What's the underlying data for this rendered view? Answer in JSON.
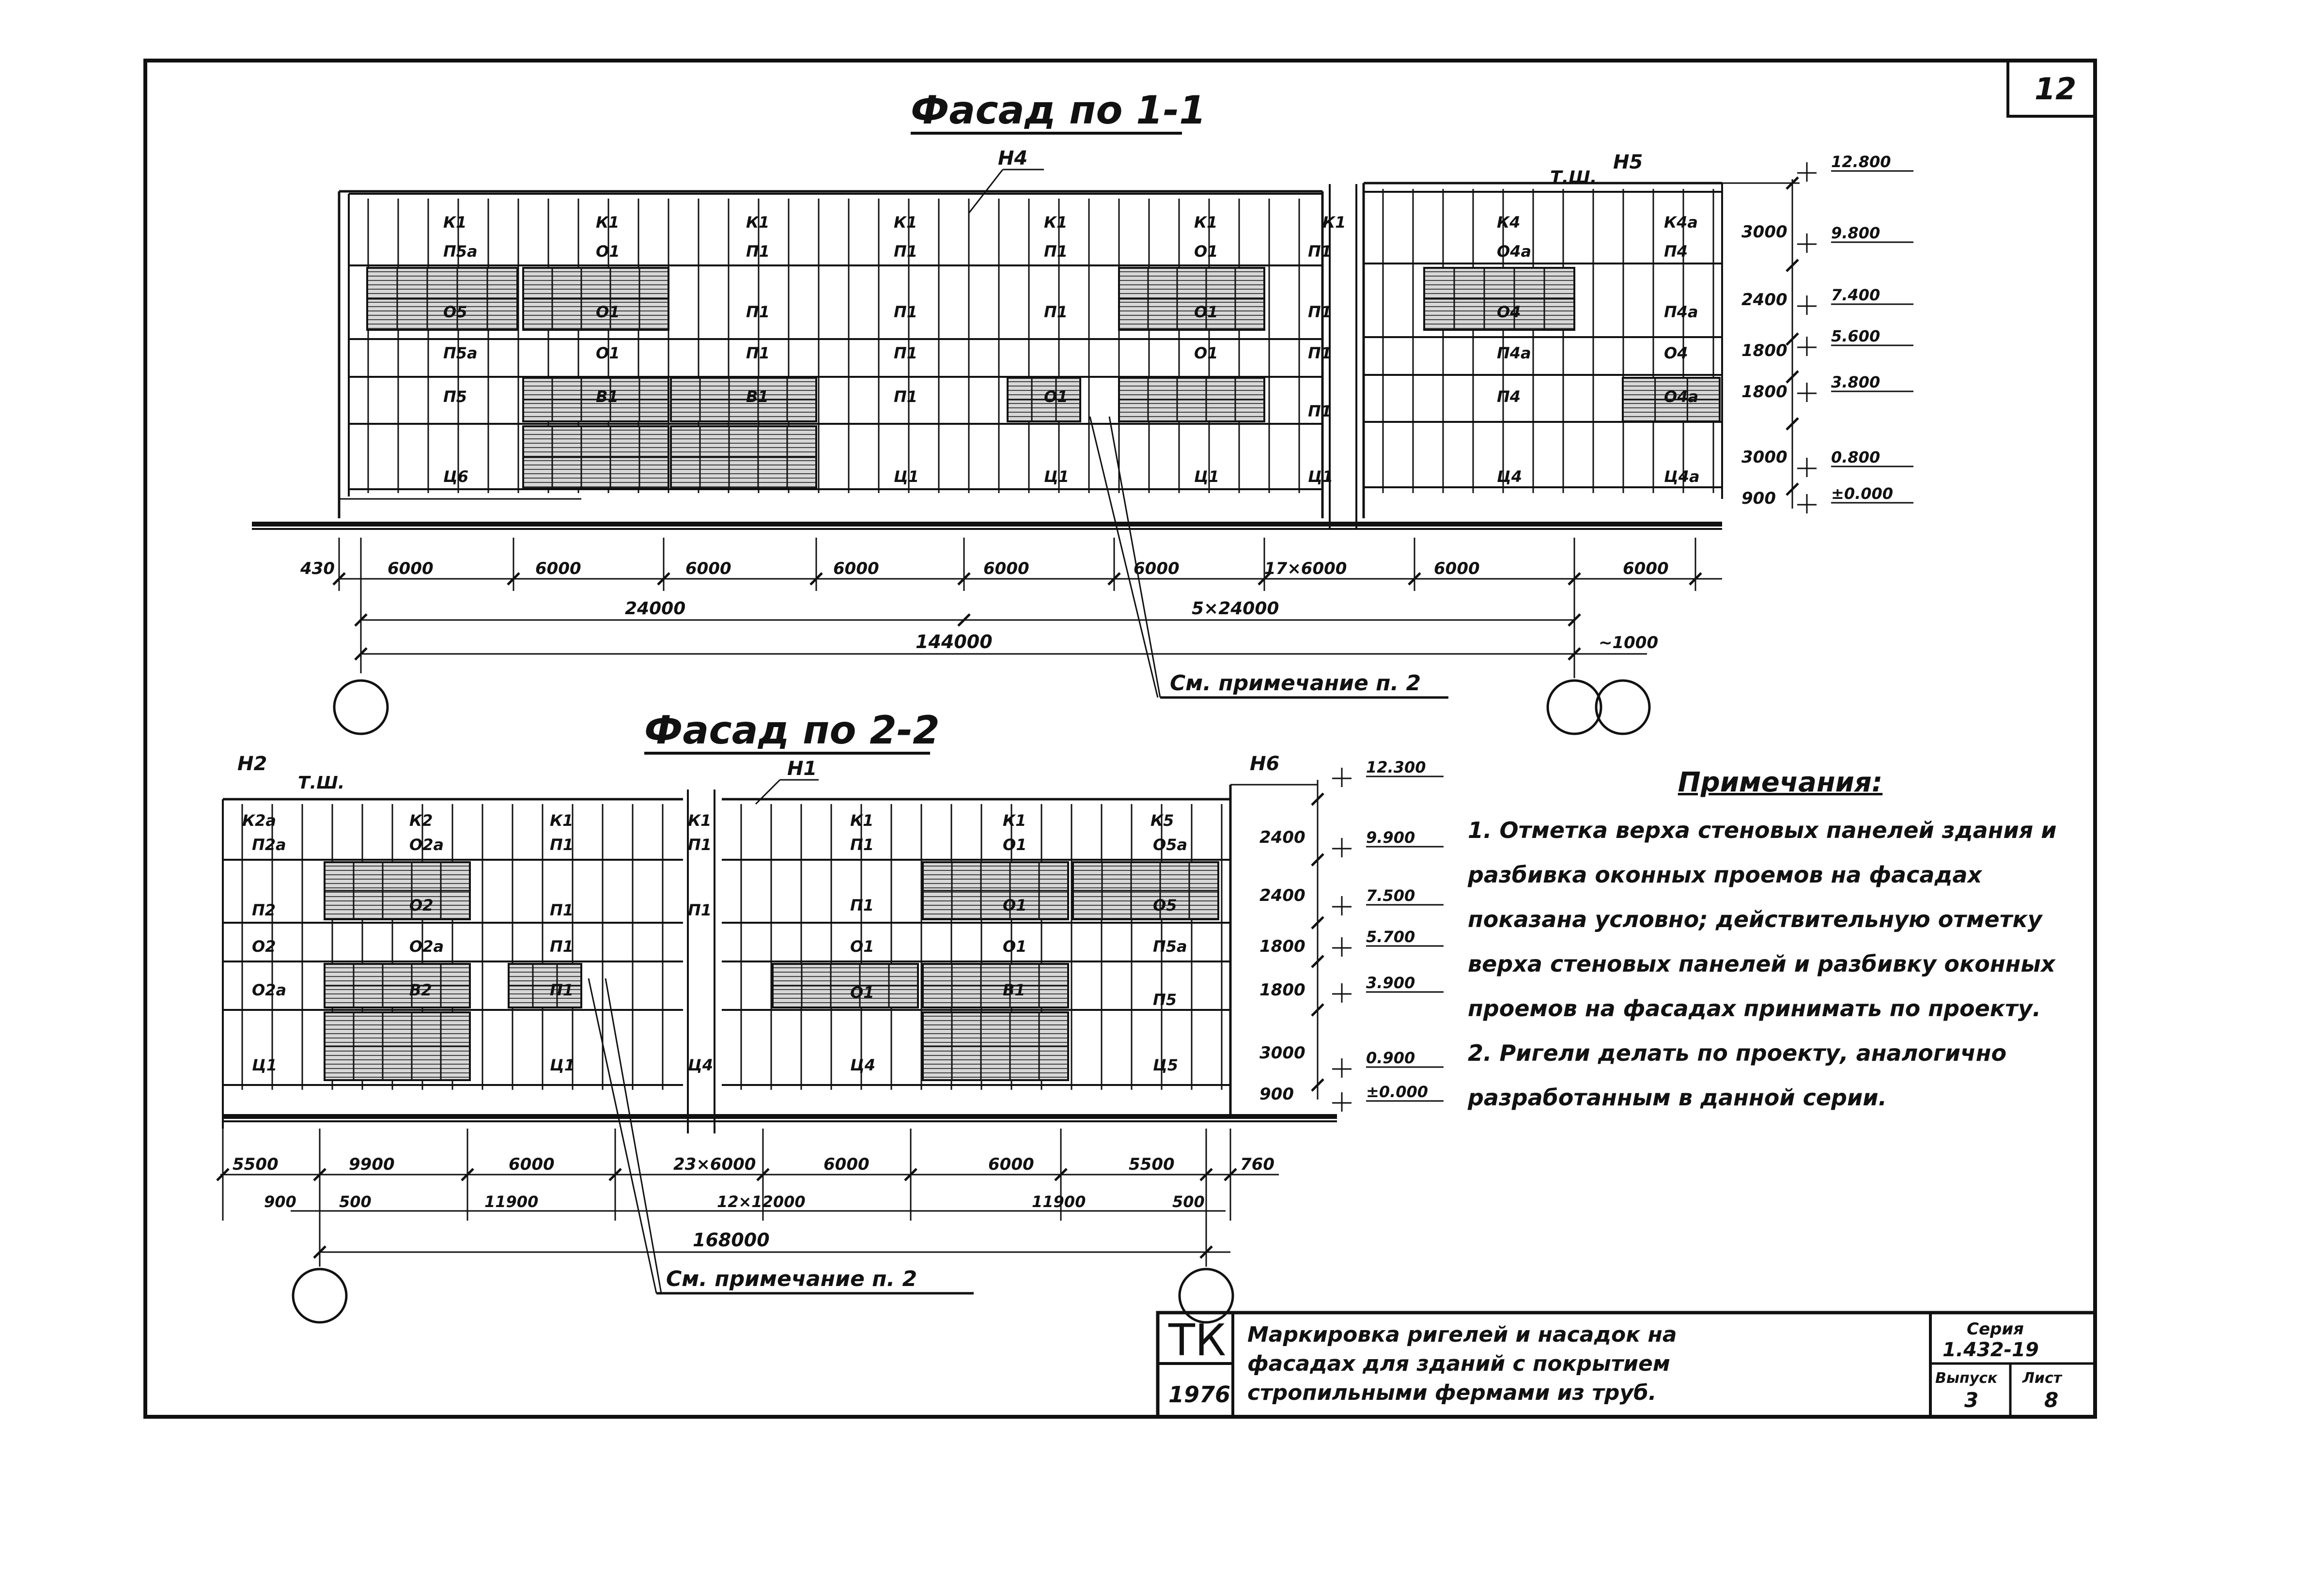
{
  "sheet": {
    "page_no": "12"
  },
  "facade1": {
    "title": "Фасад по 1-1",
    "top_labels": [
      "Н4",
      "Т.Ш.",
      "Н5"
    ],
    "panel_labels": [
      "К1",
      "К1",
      "К1",
      "К1",
      "К1",
      "К1",
      "К1",
      "К4",
      "К4а",
      "П5а",
      "О1",
      "П1",
      "П1",
      "П1",
      "О1",
      "П1",
      "О4а",
      "П4",
      "О5",
      "О1",
      "П1",
      "П1",
      "П1",
      "О1",
      "П1",
      "О4",
      "П4а",
      "П5а",
      "О1",
      "П1",
      "П1",
      "О1",
      "П1",
      "П4а",
      "О4",
      "П5",
      "В1",
      "В1",
      "П1",
      "О1",
      "П1",
      "П4",
      "О4а",
      "Ц6",
      "Ц1",
      "Ц1",
      "Ц1",
      "Ц1",
      "Ц4",
      "Ц4а"
    ],
    "heights": [
      "3000",
      "2400",
      "1800",
      "1800",
      "3000",
      "900"
    ],
    "elevations": [
      "12.800",
      "9.800",
      "7.400",
      "5.600",
      "3.800",
      "0.800",
      "±0.000"
    ],
    "dims_row1": [
      "430",
      "6000",
      "6000",
      "6000",
      "6000",
      "6000",
      "6000",
      "17×6000",
      "6000",
      "6000"
    ],
    "dims_row2": [
      "24000",
      "5×24000"
    ],
    "dims_row3": [
      "144000",
      "~1000"
    ],
    "note_ref": "См. примечание п. 2"
  },
  "facade2": {
    "title": "Фасад по 2-2",
    "top_labels": [
      "Н2",
      "Т.Ш.",
      "Н1",
      "Н6"
    ],
    "panel_labels": [
      "К2а",
      "К2",
      "К1",
      "К1",
      "К1",
      "К1",
      "К5",
      "П2а",
      "О2а",
      "П1",
      "П1",
      "П1",
      "О1",
      "О5а",
      "П2",
      "О2",
      "П1",
      "П1",
      "П1",
      "О1",
      "О5",
      "О2",
      "О2а",
      "П1",
      "О1",
      "О1",
      "П5а",
      "О2а",
      "В2",
      "П1",
      "О1",
      "В1",
      "П5",
      "Ц1",
      "Ц1",
      "Ц4",
      "Ц4",
      "Ц5"
    ],
    "heights": [
      "2400",
      "2400",
      "1800",
      "1800",
      "3000",
      "900"
    ],
    "elevations": [
      "12.300",
      "9.900",
      "7.500",
      "5.700",
      "3.900",
      "0.900",
      "±0.000"
    ],
    "dims_row1": [
      "5500",
      "9900",
      "6000",
      "23×6000",
      "6000",
      "6000",
      "5500",
      "760"
    ],
    "dims_row2": [
      "900",
      "500",
      "11900",
      "12×12000",
      "11900",
      "500"
    ],
    "dims_row3": [
      "168000"
    ],
    "note_ref": "См. примечание п. 2"
  },
  "notes": {
    "title": "Примечания:",
    "items": [
      "1. Отметка верха стеновых панелей здания и разбивка оконных проемов на фасадах показана условно; действительную отметку верха стеновых панелей и разбивку оконных проемов на фасадах принимать по проекту.",
      "2. Ригели делать по проекту, аналогично разработанным в данной серии."
    ]
  },
  "title_block": {
    "org": "ТК",
    "year": "1976",
    "description_lines": [
      "Маркировка ригелей и насадок на",
      "фасадах для зданий с покрытием",
      "стропильными фермами из труб."
    ],
    "series_label": "Серия",
    "series_value": "1.432-19",
    "issue_label": "Выпуск",
    "issue_value": "3",
    "sheet_label": "Лист",
    "sheet_value": "8"
  }
}
